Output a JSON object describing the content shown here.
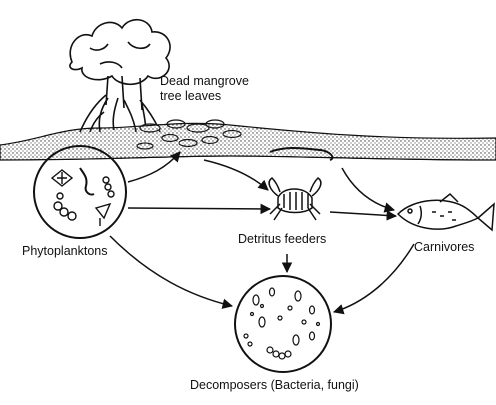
{
  "labels": {
    "mangrove_line1": "Dead mangrove",
    "mangrove_line2": "tree leaves",
    "phytoplankton": "Phytoplanktons",
    "detritus": "Detritus feeders",
    "carnivores": "Carnivores",
    "decomposers": "Decomposers (Bacteria, fungi)"
  },
  "colors": {
    "ink": "#111111",
    "background": "#ffffff"
  }
}
